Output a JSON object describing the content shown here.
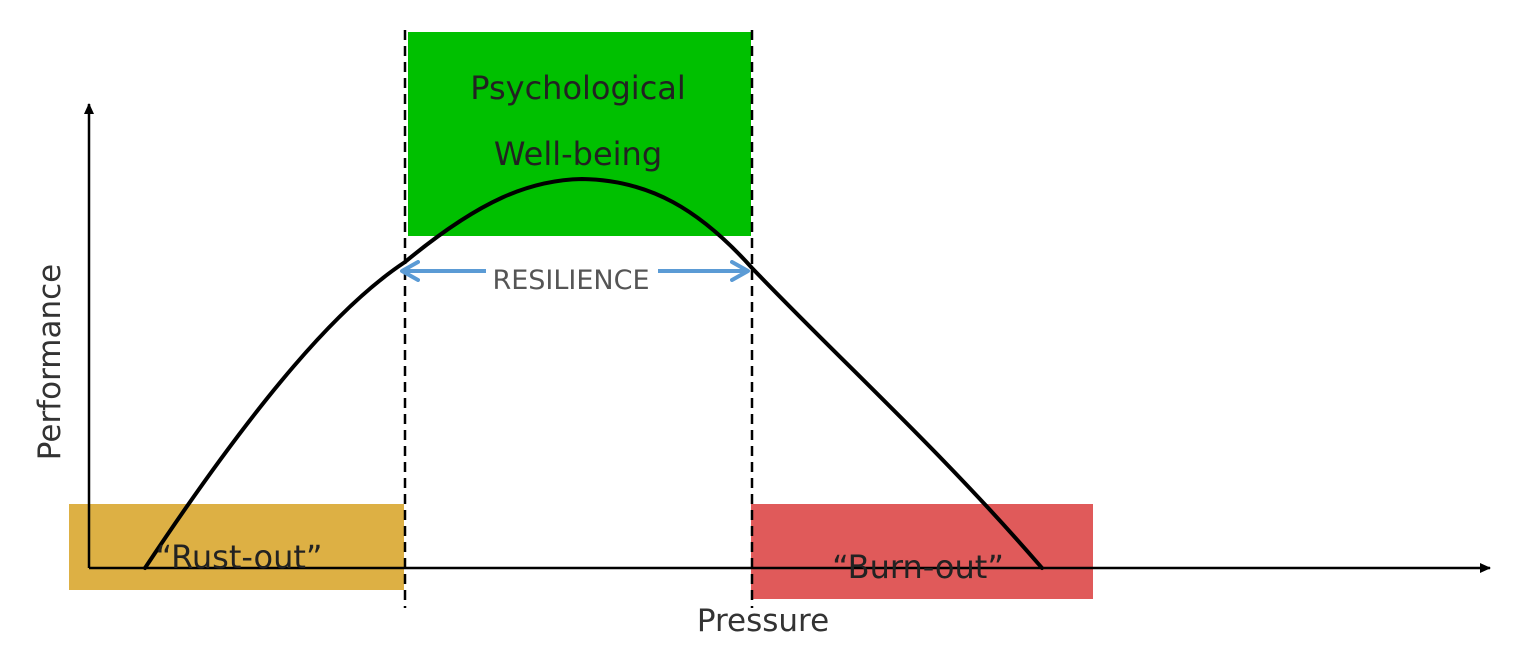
{
  "zones": {
    "wellbeing": {
      "line1": "Psychological",
      "line2": "Well-being",
      "color": "#00c000"
    },
    "rustout": {
      "label": "“Rust-out”",
      "color": "#ddb044"
    },
    "burnout": {
      "label": "“Burn-out”",
      "color": "#e05a5a"
    }
  },
  "resilience": {
    "label": "RESILIENCE",
    "color": "#5b9bd5"
  },
  "axes": {
    "x_label": "Pressure",
    "y_label": "Performance"
  }
}
